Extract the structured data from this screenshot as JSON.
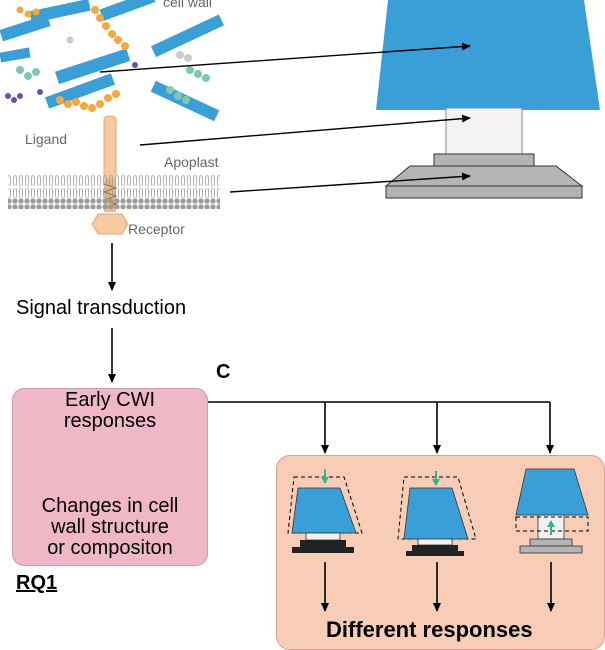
{
  "labels": {
    "cell_wall": "cell wall",
    "ligand": "Ligand",
    "apoplast": "Apoplast",
    "receptor": "Receptor",
    "signal_transduction": "Signal transduction",
    "panel_c": "C",
    "early_cwi_line1": "Early CWI",
    "early_cwi_line2": "responses",
    "changes_line1": "Changes in cell",
    "changes_line2": "wall structure",
    "changes_line3": "or compositon",
    "rq1": "RQ1",
    "different_responses": "Different responses"
  },
  "colors": {
    "wall_blue": "#3a9fd6",
    "stem_white": "#f2f2f2",
    "base_gray": "#b4b4b4",
    "pink_box": "#f0b8c6",
    "peach_box": "#f8cdb8",
    "green_arrow": "#2fb58a",
    "receptor": "#f6c9a0",
    "fiber_orange": "#f4a93c"
  }
}
